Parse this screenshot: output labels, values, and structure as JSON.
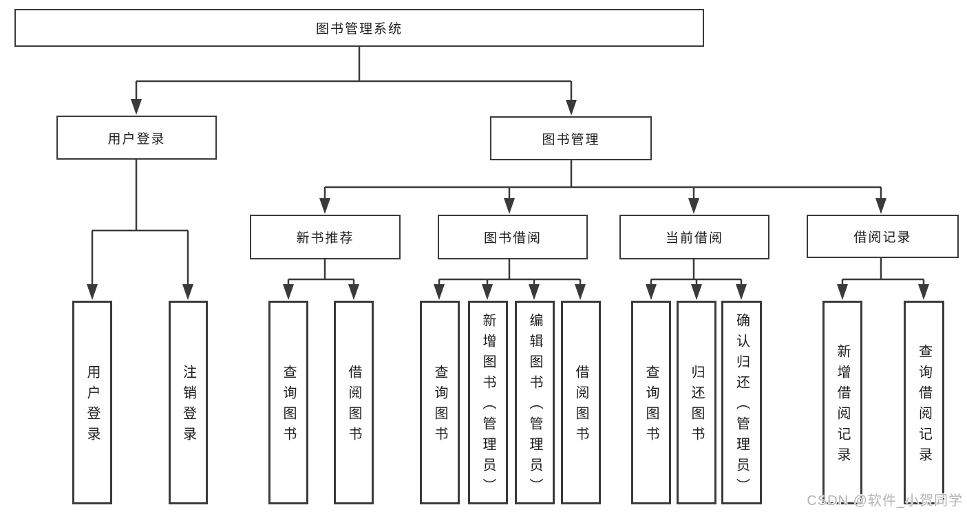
{
  "diagram": {
    "root": "图书管理系统",
    "level2": [
      "用户登录",
      "图书管理"
    ],
    "level3": [
      "新书推荐",
      "图书借阅",
      "当前借阅",
      "借阅记录"
    ],
    "leaves": {
      "user_login": [
        "用户登录",
        "注销登录"
      ],
      "new_book_recommend": [
        "查询图书",
        "借阅图书"
      ],
      "book_borrow": [
        "查询图书",
        "新增图书（管理员）",
        "编辑图书（管理员）",
        "借阅图书"
      ],
      "current_borrow": [
        "查询图书",
        "归还图书",
        "确认归还（管理员）"
      ],
      "borrow_records": [
        "新增借阅记录",
        "查询借阅记录"
      ]
    }
  },
  "watermark": "CSDN @软件_小贺同学",
  "colors": {
    "line": "#3a3a3a",
    "text": "#1c1c1c",
    "watermark": "#b4b4b4",
    "background": "#ffffff"
  }
}
